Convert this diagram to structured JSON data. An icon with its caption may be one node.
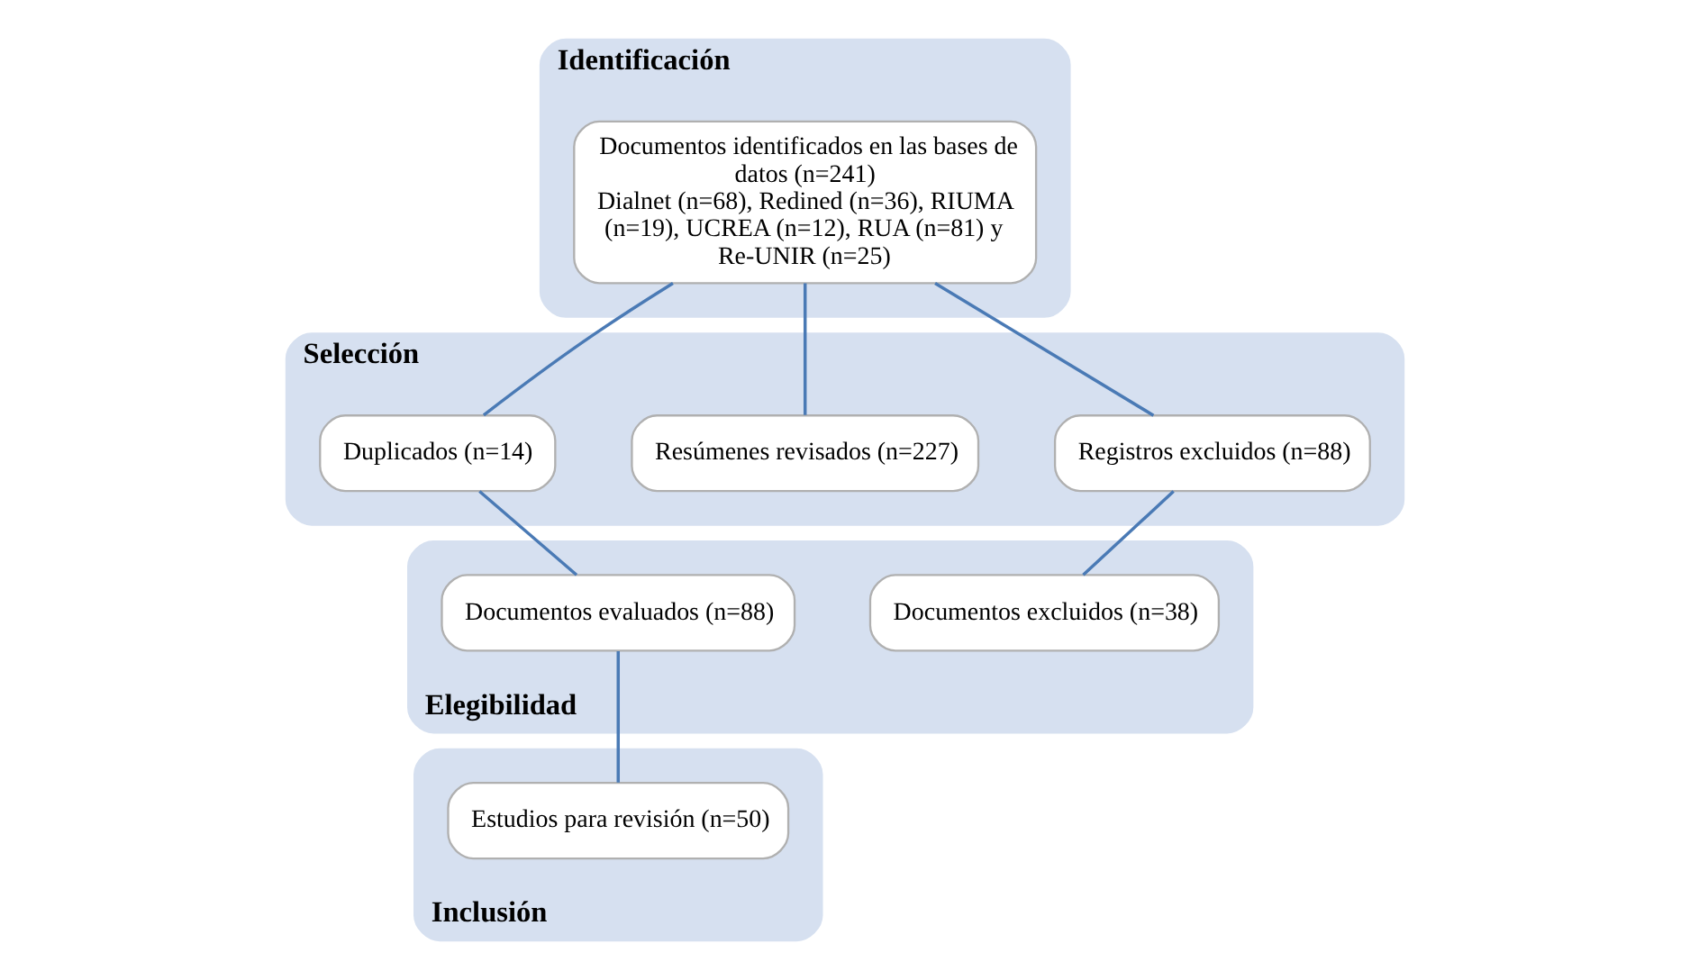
{
  "diagram": {
    "nodes": [
      {
        "text": [
          "Identificación"
        ]
      },
      {
        "text": [
          "Documentos identificados en las bases de datos (n=241)",
          "Dialnet (n=68), Redined (n=36), RIUMA (n=19), UCREA (n=12), RUA (n=81) y Re-UNIR (n=25)"
        ],
        "in": 0
      },
      {
        "text": [
          "Selección"
        ]
      },
      {
        "text": [
          "Duplicados (n=14)"
        ],
        "in": 2
      },
      {
        "text": [
          "Resúmenes revisados (n=227)"
        ],
        "in": 2
      },
      {
        "text": [
          "Registros excluidos (n=88)"
        ],
        "in": 2
      },
      {
        "text": [
          "Elegibilidad"
        ]
      },
      {
        "text": [
          "Documentos evaluados (n=88)"
        ],
        "in": 6
      },
      {
        "text": [
          "Documentos excluidos (n=38)"
        ],
        "in": 6
      },
      {
        "text": [
          "Inclusión"
        ]
      },
      {
        "text": [
          "Estudios para revisión (n=50)"
        ],
        "in": 9
      }
    ],
    "edges": [
      {
        "from": 1,
        "to": 3,
        "arrow": "none"
      },
      {
        "from": 1,
        "to": 4,
        "arrow": "none"
      },
      {
        "from": 1,
        "to": 5,
        "arrow": "none"
      },
      {
        "from": 3,
        "to": 7,
        "arrow": "none"
      },
      {
        "from": 5,
        "to": 8,
        "arrow": "none"
      },
      {
        "from": 7,
        "to": 10,
        "arrow": "none"
      }
    ]
  }
}
